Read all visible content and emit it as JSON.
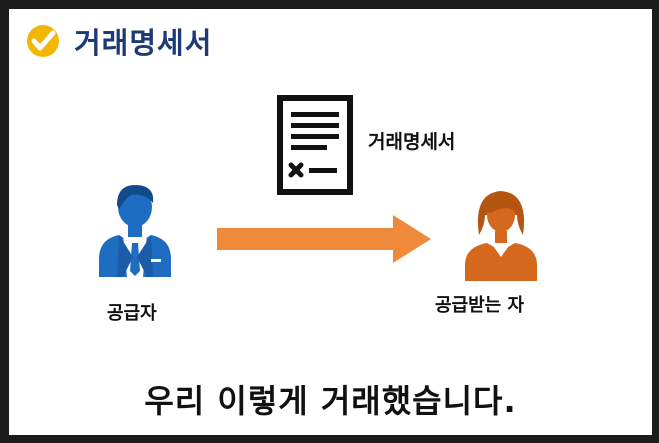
{
  "title": "거래명세서",
  "document_label": "거래명세서",
  "supplier_label": "공급자",
  "receiver_label": "공급받는 자",
  "caption": "우리 이렇게 거래했습니다.",
  "colors": {
    "title": "#1d3a78",
    "check_badge": "#f2b705",
    "supplier": "#1e6dc2",
    "receiver": "#d4691d",
    "arrow": "#ef8a3b"
  },
  "icons": {
    "check_badge": "check-circle-icon",
    "document": "document-icon",
    "supplier": "businessman-icon",
    "receiver": "businesswoman-icon",
    "arrow": "arrow-right-icon"
  }
}
